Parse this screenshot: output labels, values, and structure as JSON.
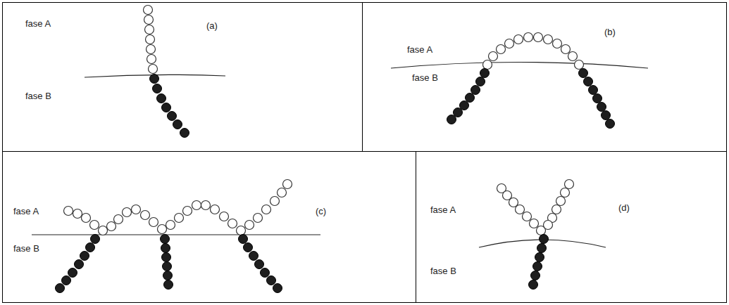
{
  "diagram": {
    "nodes": [
      {
        "text": [
          "fase A",
          "(a)",
          "fase B"
        ]
      },
      {
        "text": [
          "fase A",
          "(b)",
          "fase B"
        ]
      },
      {
        "text": [
          "fase A",
          "(c)",
          "fase B"
        ]
      },
      {
        "text": [
          "fase A",
          "(d)",
          "fase B"
        ]
      }
    ]
  }
}
